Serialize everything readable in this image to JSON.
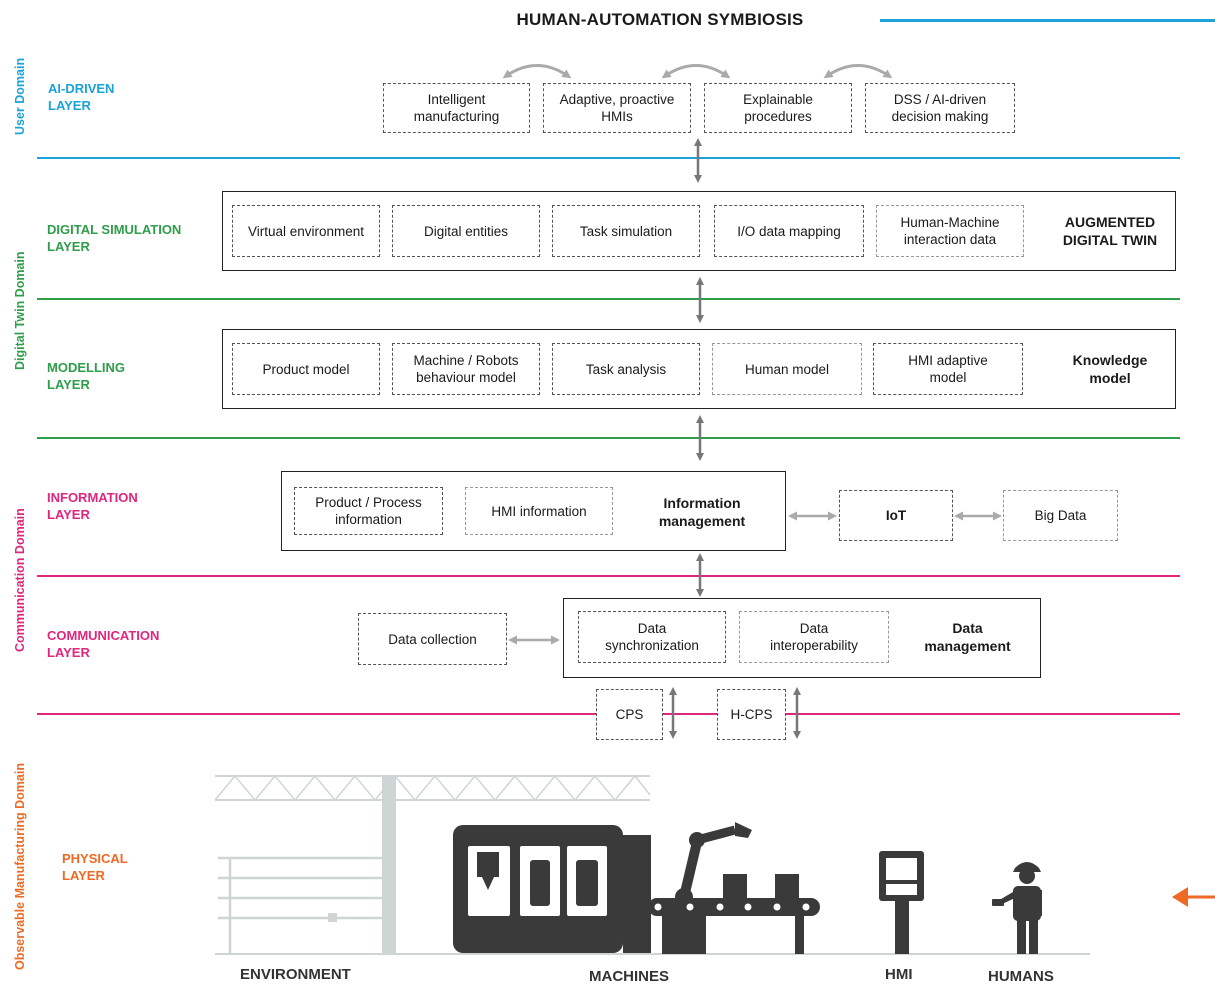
{
  "title": "HUMAN-AUTOMATION SYMBIOSIS",
  "domains": {
    "user": "User Domain",
    "digital_twin": "Digital Twin Domain",
    "communication": "Communication Domain",
    "observable": "Observable Manufacturing Domain"
  },
  "colors": {
    "user": "#1aa3d9",
    "digital_twin": "#2e9e4b",
    "communication": "#e0267d",
    "observable": "#ee6a24",
    "arrow": "#777777"
  },
  "layers": {
    "ai": "AI-DRIVEN\nLAYER",
    "digital_sim": "DIGITAL SIMULATION\nLAYER",
    "modelling": "MODELLING\nLAYER",
    "information": "INFORMATION\nLAYER",
    "communication": "COMMUNICATION\nLAYER",
    "physical": "PHYSICAL\nLAYER"
  },
  "ai_boxes": [
    "Intelligent\nmanufacturing",
    "Adaptive, proactive\nHMIs",
    "Explainable\nprocedures",
    "DSS / AI-driven\ndecision making"
  ],
  "digital_sim": {
    "boxes": [
      "Virtual environment",
      "Digital entities",
      "Task simulation",
      "I/O data mapping",
      "Human-Machine\ninteraction data"
    ],
    "label": "AUGMENTED\nDIGITAL TWIN"
  },
  "modelling": {
    "boxes": [
      "Product model",
      "Machine / Robots\nbehaviour model",
      "Task analysis",
      "Human model",
      "HMI adaptive\nmodel"
    ],
    "label": "Knowledge\nmodel"
  },
  "information": {
    "boxes": [
      "Product / Process\ninformation",
      "HMI information"
    ],
    "label": "Information\nmanagement",
    "iot": "IoT",
    "big_data": "Big Data"
  },
  "communication": {
    "data_collection": "Data collection",
    "boxes": [
      "Data\nsynchronization",
      "Data\ninteroperability"
    ],
    "label": "Data\nmanagement"
  },
  "cps": "CPS",
  "hcps": "H-CPS",
  "physical": {
    "environment": "ENVIRONMENT",
    "machines": "MACHINES",
    "hmi": "HMI",
    "humans": "HUMANS"
  }
}
